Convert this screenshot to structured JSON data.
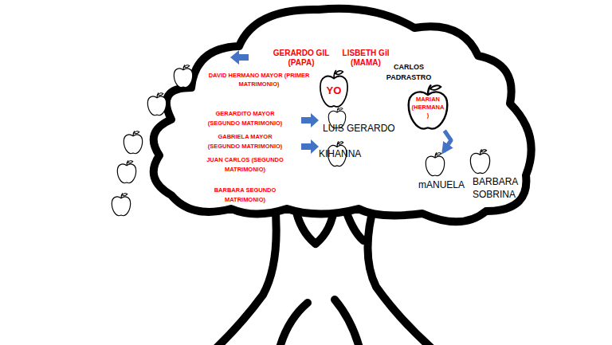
{
  "diagram": {
    "nodes": [
      {
        "text": [
          "YO"
        ]
      },
      {
        "text": [
          "LUIS GERARDO"
        ]
      },
      {
        "text": [
          "KIHANNA"
        ]
      },
      {
        "text": [
          "MARIAN (HERMANA )"
        ]
      },
      {
        "text": [
          "mANUELA"
        ]
      },
      {
        "text": [
          "BARBARA SOBRINA"
        ]
      }
    ],
    "edges": [
      {
        "from": 3,
        "to": 4,
        "arrow": "to"
      }
    ],
    "labels": [
      "GERARDO GIL (PAPA)",
      "LISBETH Gil (MAMA)",
      "DAVID HERMANO MAYOR (PRIMER MATRIMONIO)",
      "CARLOS PADRASTRO",
      "GERARDITO MAYOR (SEGUNDO MATRIMONIO)",
      "GABRIELA MAYOR (SEGUNDO MATRIMONIO)",
      "JUAN CARLOS (SEGUNDO MATRIMONIO)",
      "BARBARA SEGUNDO MATRIMONIO)"
    ]
  }
}
